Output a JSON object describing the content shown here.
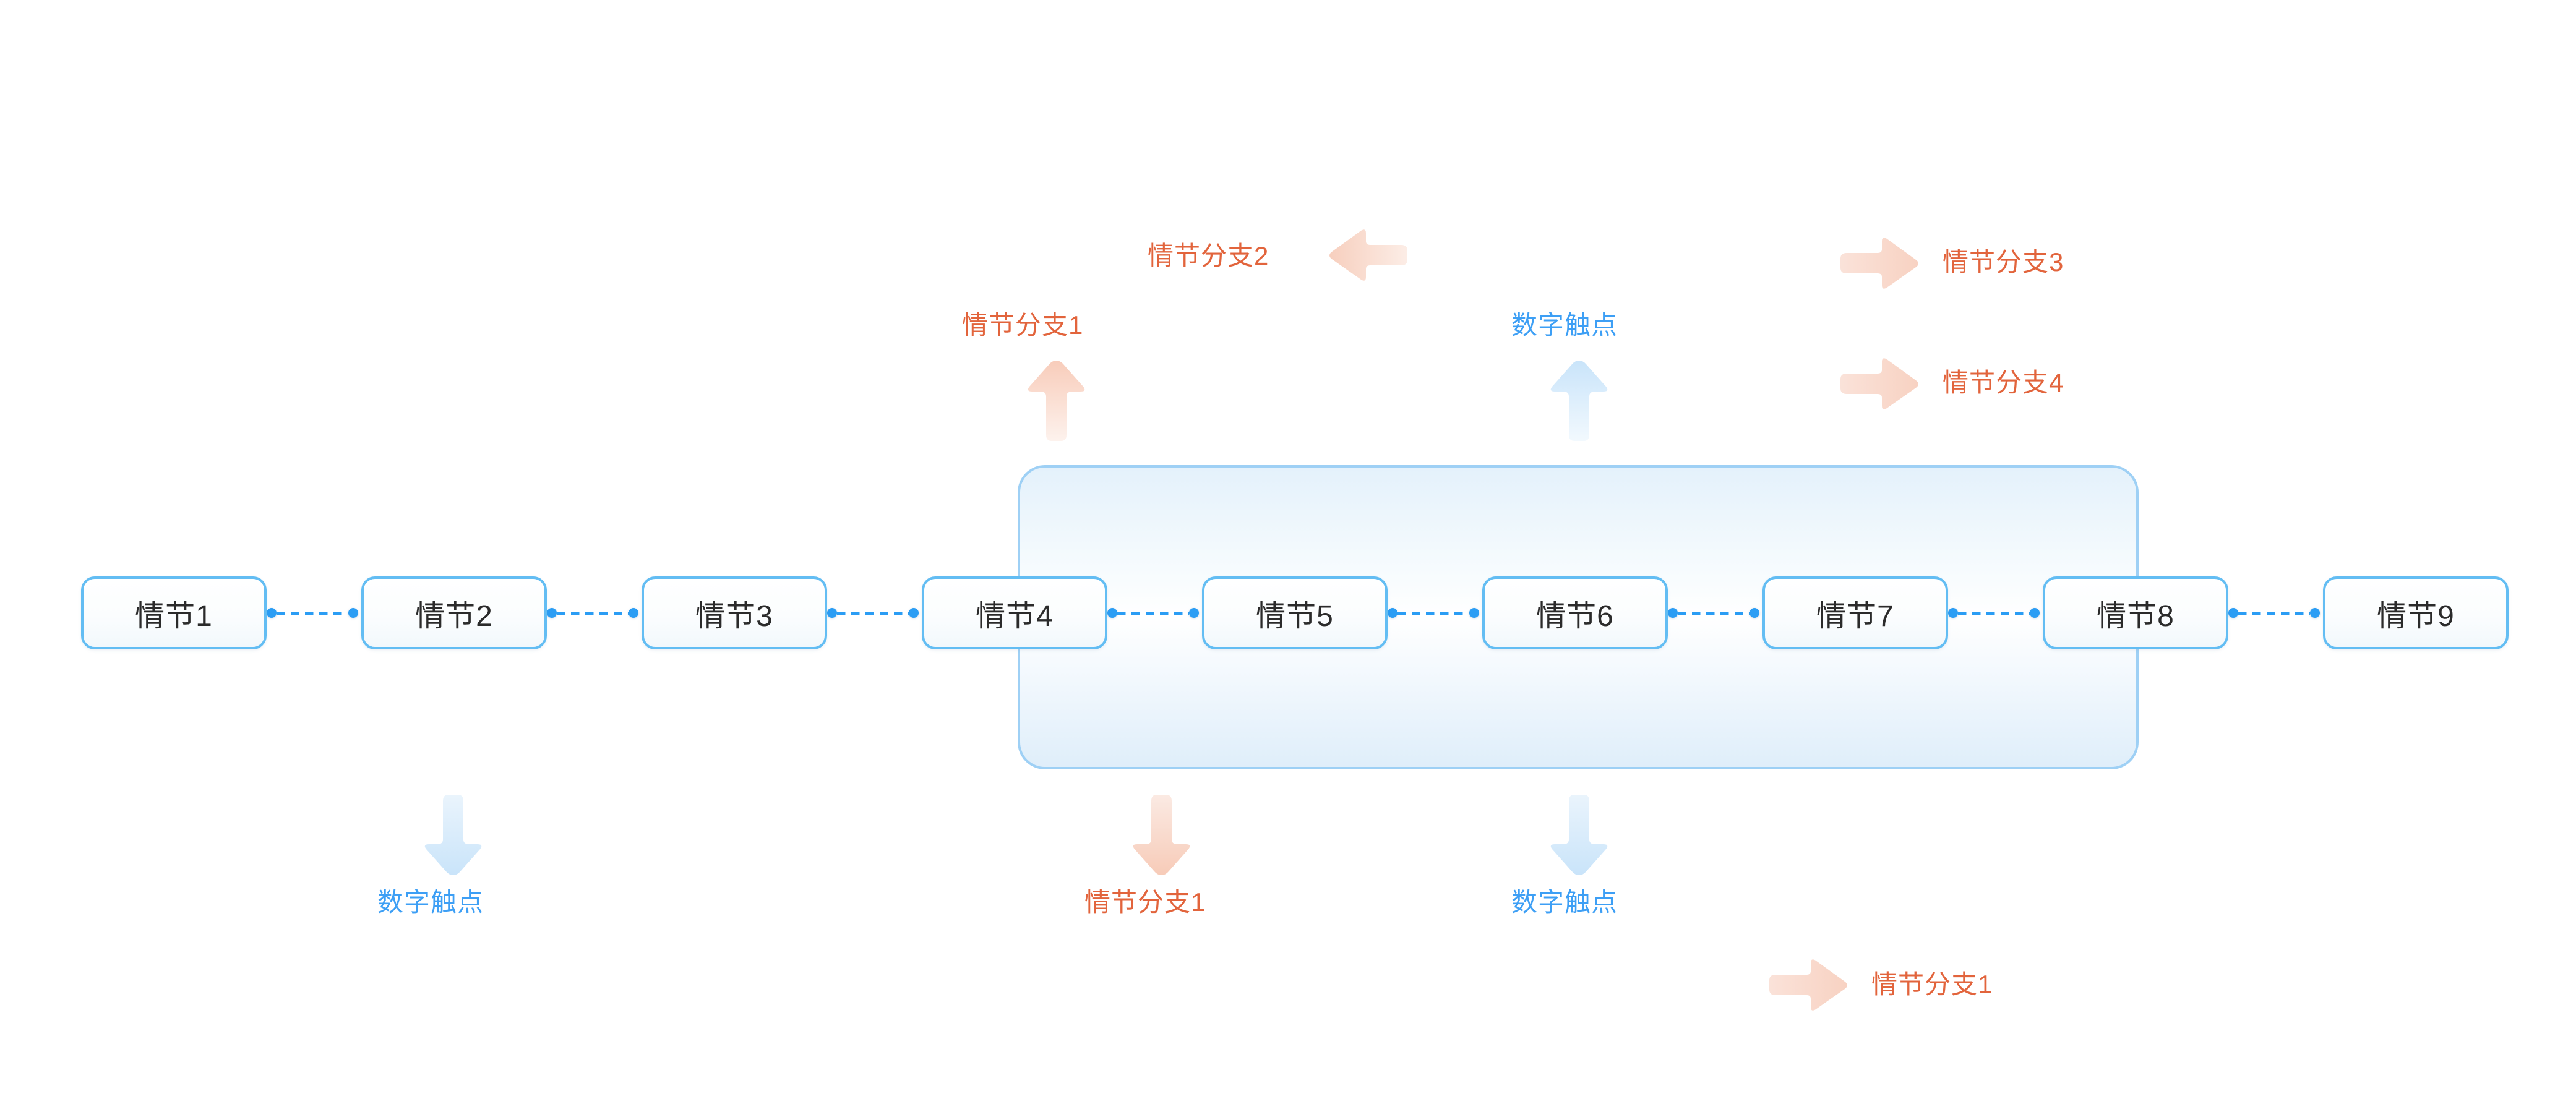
{
  "diagram": {
    "title": "",
    "colors": {
      "node_border": "#63BDF3",
      "node_text": "#2B2B2B",
      "connector": "#2B9DF4",
      "group_border": "#9ED0F5",
      "orange_text": "#E2643C",
      "blue_text": "#3D9FF5",
      "orange_arrow": "#F9DCD0",
      "blue_arrow": "#DCEEFB"
    },
    "nodes": [
      {
        "label": "情节1"
      },
      {
        "label": "情节2"
      },
      {
        "label": "情节3"
      },
      {
        "label": "情节4"
      },
      {
        "label": "情节5"
      },
      {
        "label": "情节6"
      },
      {
        "label": "情节7"
      },
      {
        "label": "情节8"
      },
      {
        "label": "情节9"
      }
    ],
    "annotations": [
      {
        "id": "branch2-top",
        "label": "情节分支2",
        "color": "orange",
        "arrow": "left"
      },
      {
        "id": "branch1-top",
        "label": "情节分支1",
        "color": "orange",
        "arrow": "up"
      },
      {
        "id": "touchpoint-top",
        "label": "数字触点",
        "color": "blue",
        "arrow": "up"
      },
      {
        "id": "branch3-right",
        "label": "情节分支3",
        "color": "orange",
        "arrow": "right"
      },
      {
        "id": "branch4-right",
        "label": "情节分支4",
        "color": "orange",
        "arrow": "right"
      },
      {
        "id": "touchpoint-bottom-left",
        "label": "数字触点",
        "color": "blue",
        "arrow": "down"
      },
      {
        "id": "branch1-bottom",
        "label": "情节分支1",
        "color": "orange",
        "arrow": "down"
      },
      {
        "id": "touchpoint-bottom-mid",
        "label": "数字触点",
        "color": "blue",
        "arrow": "down"
      },
      {
        "id": "branch1-bottom-right",
        "label": "情节分支1",
        "color": "orange",
        "arrow": "right"
      }
    ]
  }
}
